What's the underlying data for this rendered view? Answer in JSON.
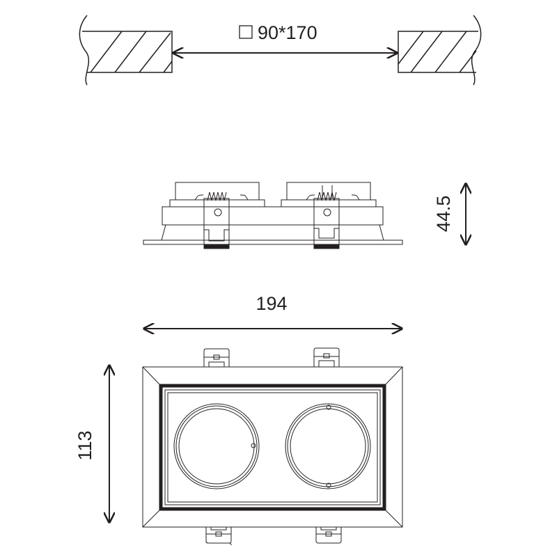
{
  "cutout_label": "90*170",
  "cutout_symbol": "square",
  "height_label": "44.5",
  "width_label": "194",
  "depth_label": "113",
  "line_color": "#231f20"
}
